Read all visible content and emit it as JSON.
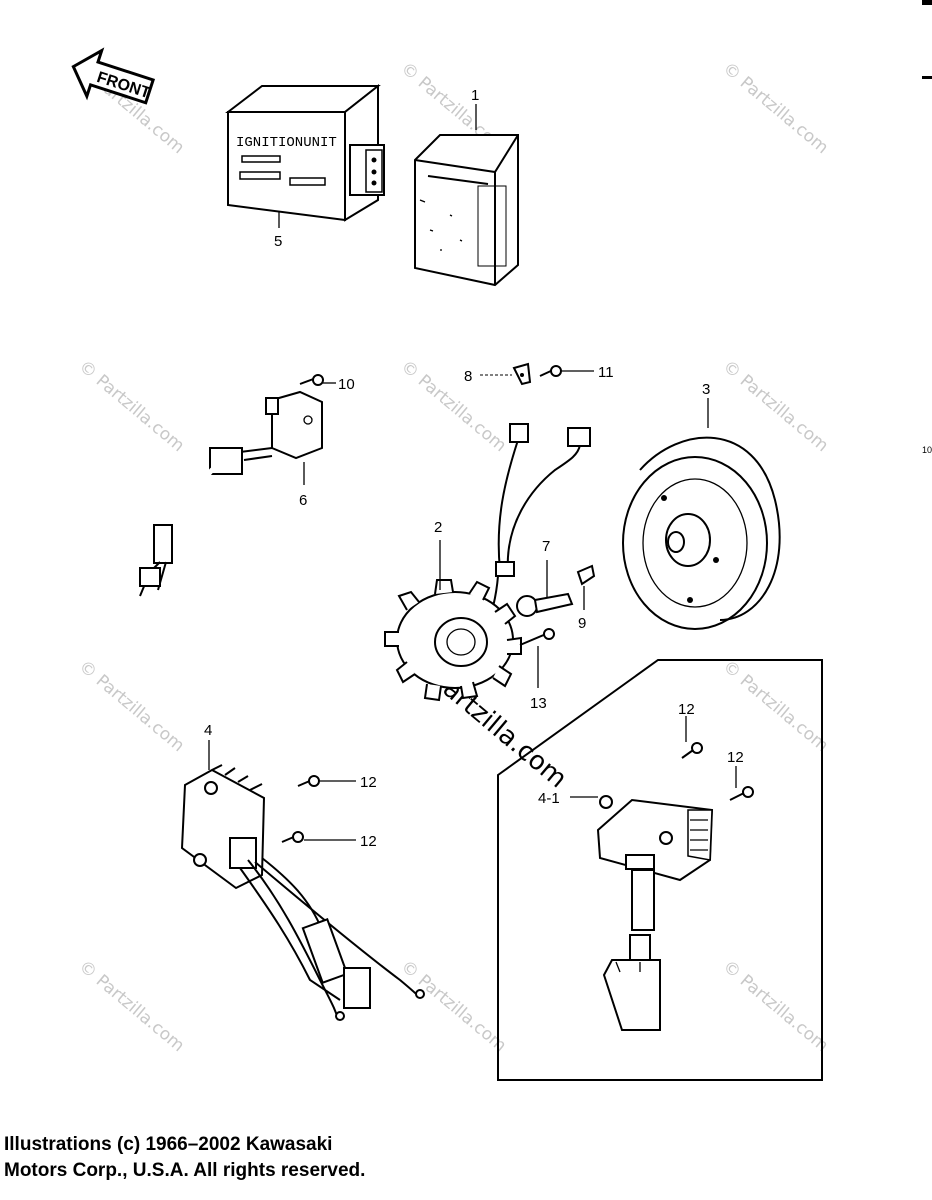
{
  "front_label": "FRONT",
  "ignition_unit_text": "IGNITIONUNIT",
  "callouts": {
    "c1": "1",
    "c2": "2",
    "c3": "3",
    "c4": "4",
    "c4_1": "4-1",
    "c5": "5",
    "c6": "6",
    "c7": "7",
    "c8": "8",
    "c9": "9",
    "c10": "10",
    "c11": "11",
    "c12a": "12",
    "c12b": "12",
    "c12c": "12",
    "c12d": "12",
    "c13": "13"
  },
  "watermark": {
    "small": "© Partzilla.com",
    "large": "© Partzilla.com"
  },
  "edge_fragment": "10",
  "copyright": {
    "line1": "Illustrations (c) 1966–2002 Kawasaki",
    "line2": "Motors Corp., U.S.A.  All rights reserved."
  }
}
